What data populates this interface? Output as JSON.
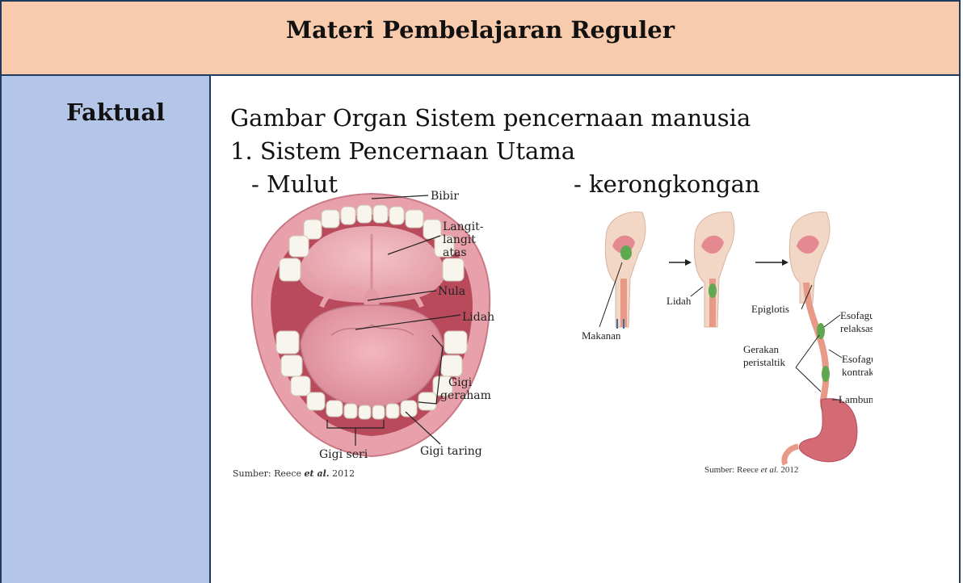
{
  "header": {
    "title": "Materi Pembelajaran Reguler"
  },
  "row": {
    "label": "Faktual",
    "heading": "Gambar Organ Sistem  pencernaan manusia",
    "item1": "1. Sistem Pencernaan Utama",
    "sub_left": "- Mulut",
    "sub_right": "- kerongkongan"
  },
  "mouth_figure": {
    "labels": {
      "bibir": "Bibir",
      "langit1": "Langit-",
      "langit2": "langit",
      "langit3": "atas",
      "nula": "Nula",
      "lidah": "Lidah",
      "gigi": "Gigi",
      "geraham": "geraham",
      "gigi_taring": "Gigi taring",
      "gigi_seri": "Gigi seri"
    },
    "source_prefix": "Sumber: Reece ",
    "source_italic": "et al.",
    "source_year": " 2012"
  },
  "esophagus_figure": {
    "labels": {
      "makanan": "Makanan",
      "lidah": "Lidah",
      "epiglotis": "Epiglotis",
      "esofagus1": "Esofagus",
      "relaksasi": "relaksasi",
      "gerakan": "Gerakan",
      "peristaltik": "peristaltik",
      "esofagus2": "Esofagus",
      "kontraksi": "kontraksi",
      "lambung": "Lambung"
    },
    "source_prefix": "Sumber: Reece ",
    "source_italic": "et al.",
    "source_year": " 2012"
  }
}
